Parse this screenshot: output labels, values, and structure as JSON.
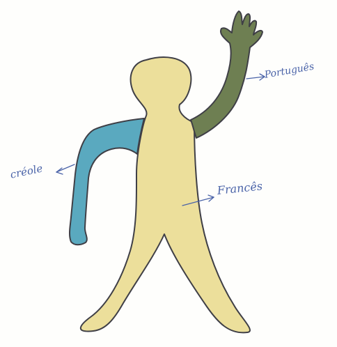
{
  "drawing": {
    "labels": {
      "creole": "créole",
      "portugues": "Português",
      "frances": "Francês"
    },
    "colors": {
      "body": "#ecdf9b",
      "left_arm": "#5aa9bf",
      "right_arm": "#6e7f52",
      "outline": "#3f3f46",
      "ink": "#4a63a8"
    }
  }
}
